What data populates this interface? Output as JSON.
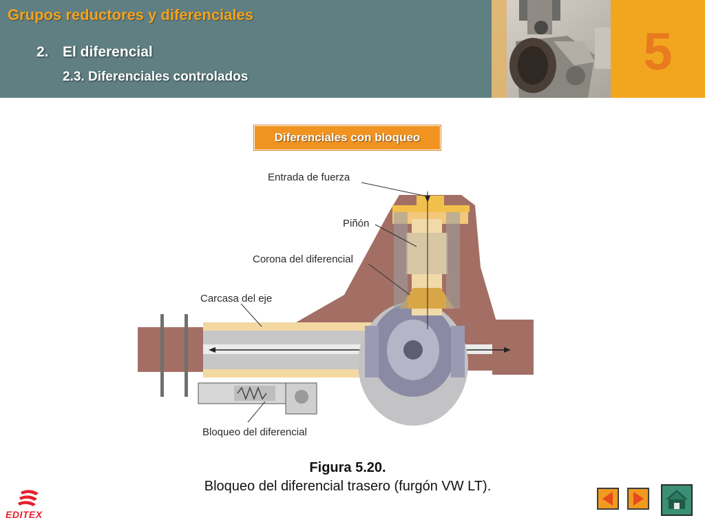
{
  "header": {
    "course_title": "Grupos reductores y diferenciales",
    "section_number": "2.",
    "section_title": "El diferencial",
    "subsection_title": "2.3. Diferenciales controlados",
    "chapter_number": "5"
  },
  "topic_tag": "Diferenciales con bloqueo",
  "figure": {
    "labels": {
      "input_force": "Entrada de fuerza",
      "pinion": "Piñón",
      "ring_gear": "Corona del diferencial",
      "axle_housing": "Carcasa del eje",
      "diff_lock": "Bloqueo del diferencial"
    },
    "caption_title": "Figura 5.20.",
    "caption_text": "Bloqueo del diferencial trasero (furgón VW LT)."
  },
  "footer": {
    "logo_text": "EDITEX"
  },
  "colors": {
    "header_bg": "#5f7f82",
    "accent_orange": "#f2a620",
    "course_title": "#f5a21e",
    "tag_bg": "#f09320",
    "home_button": "#3b8f74"
  },
  "icons": {
    "prev": "arrow-left-icon",
    "next": "arrow-right-icon",
    "home": "home-icon"
  }
}
